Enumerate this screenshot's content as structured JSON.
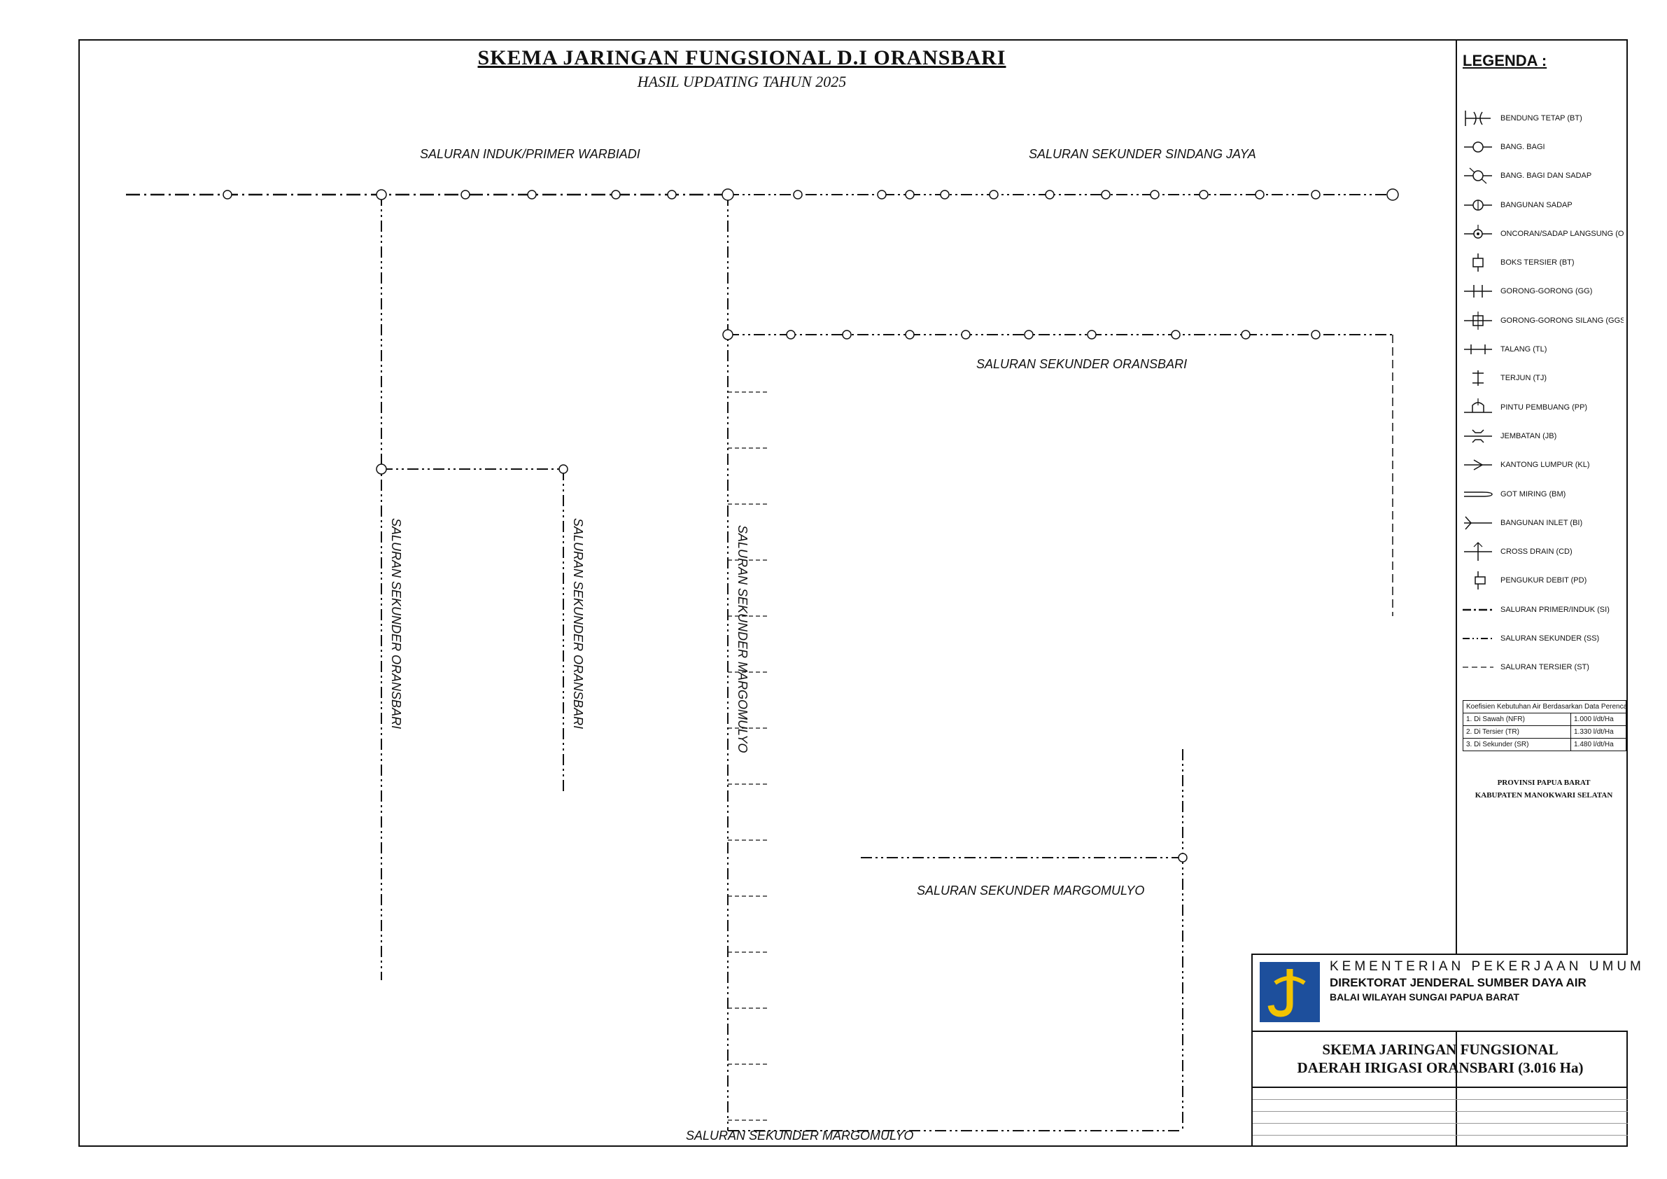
{
  "header": {
    "title": "SKEMA JARINGAN FUNGSIONAL  D.I ORANSBARI",
    "subtitle": "HASIL UPDATING TAHUN 2025"
  },
  "channels": [
    {
      "id": "primer",
      "label": "SALURAN INDUK/PRIMER WARBIADI"
    },
    {
      "id": "sindang",
      "label": "SALURAN SEKUNDER SINDANG JAYA"
    },
    {
      "id": "oransbari-h",
      "label": "SALURAN SEKUNDER ORANSBARI"
    },
    {
      "id": "oransbari-v1",
      "label": "SALURAN SEKUNDER ORANSBARI"
    },
    {
      "id": "oransbari-v2",
      "label": "SALURAN SEKUNDER ORANSBARI"
    },
    {
      "id": "margomulyo-v",
      "label": "SALURAN SEKUNDER MARGOMULYO"
    },
    {
      "id": "margomulyo-h1",
      "label": "SALURAN SEKUNDER MARGOMULYO"
    },
    {
      "id": "margomulyo-h2",
      "label": "SALURAN SEKUNDER MARGOMULYO"
    }
  ],
  "legend": {
    "title": "LEGENDA  :",
    "items": [
      {
        "icon": "bendung-tetap-icon",
        "label": "BENDUNG TETAP (BT)"
      },
      {
        "icon": "bang-bagi-icon",
        "label": "BANG. BAGI"
      },
      {
        "icon": "bang-bagi-sadap-icon",
        "label": "BANG. BAGI DAN SADAP"
      },
      {
        "icon": "bangunan-sadap-icon",
        "label": "BANGUNAN SADAP"
      },
      {
        "icon": "oncoran-icon",
        "label": "ONCORAN/SADAP LANGSUNG (ON)"
      },
      {
        "icon": "boks-tersier-icon",
        "label": "BOKS TERSIER (BT)"
      },
      {
        "icon": "gorong-icon",
        "label": "GORONG-GORONG (GG)"
      },
      {
        "icon": "gorong-silang-icon",
        "label": "GORONG-GORONG SILANG (GGS)"
      },
      {
        "icon": "talang-icon",
        "label": "TALANG (TL)"
      },
      {
        "icon": "terjun-icon",
        "label": "TERJUN (TJ)"
      },
      {
        "icon": "pintu-pembuang-icon",
        "label": "PINTU PEMBUANG (PP)"
      },
      {
        "icon": "jembatan-icon",
        "label": "JEMBATAN (JB)"
      },
      {
        "icon": "kantong-lumpur-icon",
        "label": "KANTONG LUMPUR (KL)"
      },
      {
        "icon": "got-miring-icon",
        "label": "GOT MIRING (BM)"
      },
      {
        "icon": "bangunan-inlet-icon",
        "label": "BANGUNAN INLET (BI)"
      },
      {
        "icon": "cross-drain-icon",
        "label": "CROSS DRAIN (CD)"
      },
      {
        "icon": "pengukur-debit-icon",
        "label": "PENGUKUR DEBIT (PD)"
      },
      {
        "icon": "saluran-primer-icon",
        "label": "SALURAN PRIMER/INDUK (SI)"
      },
      {
        "icon": "saluran-sekunder-icon",
        "label": "SALURAN SEKUNDER (SS)"
      },
      {
        "icon": "saluran-tersier-icon",
        "label": "SALURAN TERSIER (ST)"
      }
    ]
  },
  "coefficients": {
    "header": "Koefisien Kebutuhan Air Berdasarkan Data Perencanaan",
    "rows": [
      {
        "label": "1. Di Sawah (NFR)",
        "value": "1.000 l/dt/Ha"
      },
      {
        "label": "2. Di Tersier (TR)",
        "value": "1.330 l/dt/Ha"
      },
      {
        "label": "3. Di Sekunder (SR)",
        "value": "1.480 l/dt/Ha"
      }
    ]
  },
  "project": {
    "province": "PROVINSI PAPUA BARAT",
    "regency": "KABUPATEN MANOKWARI SELATAN"
  },
  "ministry": {
    "line1": "KEMENTERIAN PEKERJAAN UMUM",
    "line2": "DIREKTORAT JENDERAL SUMBER DAYA AIR",
    "line3": "BALAI WILAYAH SUNGAI PAPUA BARAT"
  },
  "map_title": {
    "line1": "SKEMA JARINGAN FUNGSIONAL",
    "line2": "DAERAH IRIGASI ORANSBARI (3.016 Ha)"
  },
  "colors": {
    "line": "#111111",
    "background": "#ffffff",
    "logo_blue": "#1d4f9c",
    "logo_yellow": "#f2c300"
  }
}
